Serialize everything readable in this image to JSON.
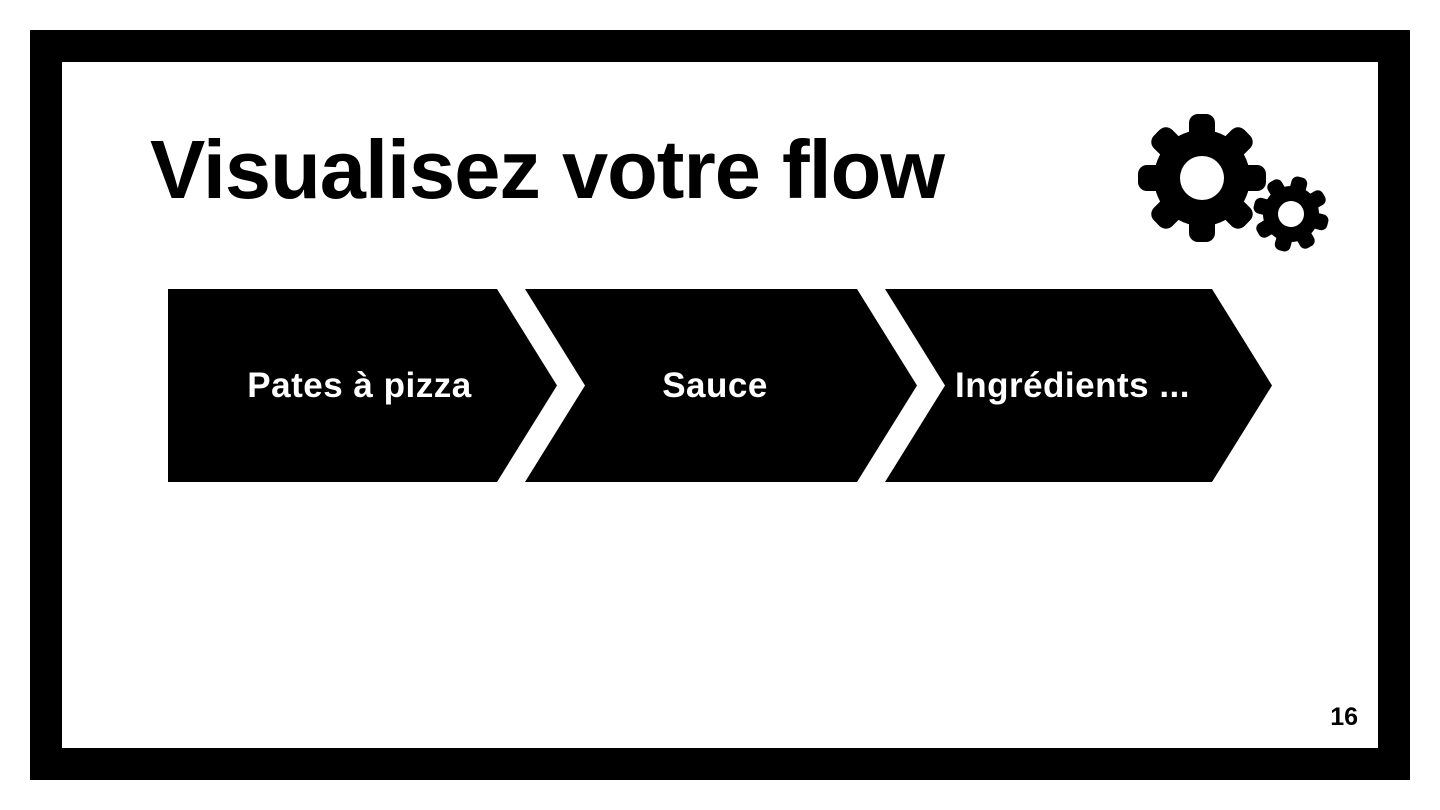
{
  "slide": {
    "title": "Visualisez votre flow",
    "page_number": "16"
  },
  "flow": {
    "type": "process-chevron-flow",
    "steps": [
      {
        "label": "Pates à pizza"
      },
      {
        "label": "Sauce"
      },
      {
        "label": "Ingrédients ..."
      }
    ]
  },
  "icons": {
    "top_right": "gears-icon"
  },
  "colors": {
    "background": "#ffffff",
    "frame_border": "#000000",
    "title_text": "#000000",
    "step_fill": "#000000",
    "step_text": "#ffffff",
    "page_number_text": "#000000"
  }
}
